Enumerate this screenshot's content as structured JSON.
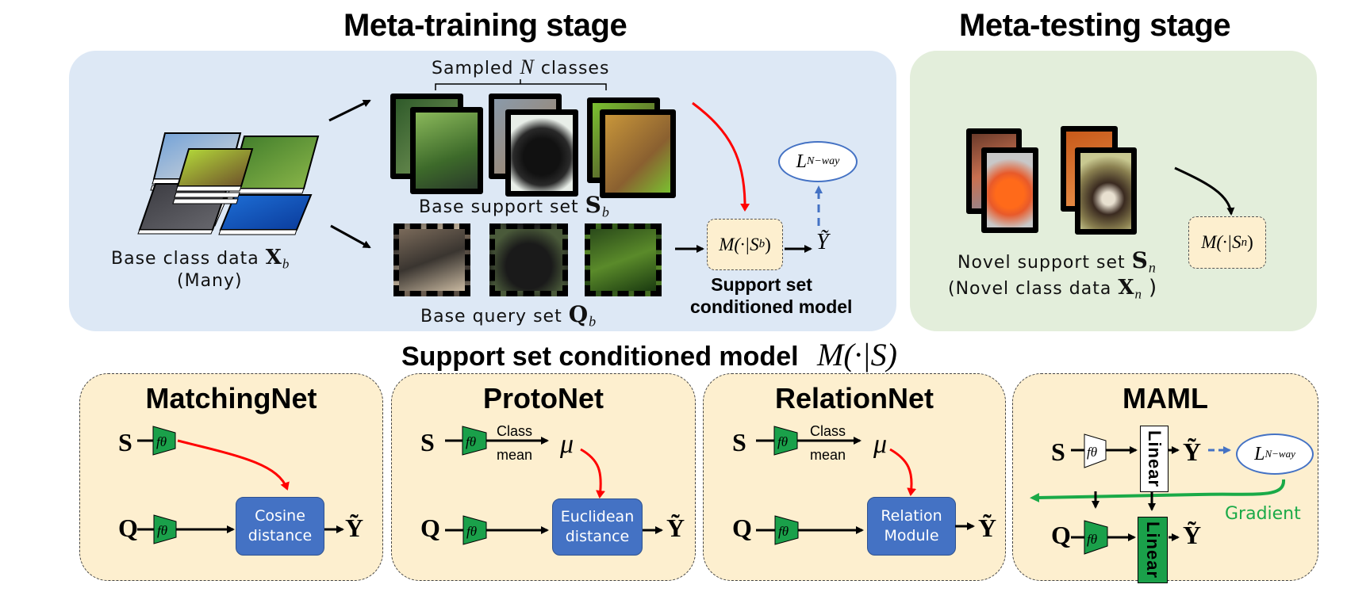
{
  "titles": {
    "meta_training": "Meta-training stage",
    "meta_testing": "Meta-testing stage",
    "support_model_heading": "Support set conditioned model",
    "support_model_math": "M(·|S)"
  },
  "meta_training": {
    "sampled_label": "Sampled",
    "sampled_var": "N",
    "sampled_suffix": "classes",
    "base_data_label": "Base class data",
    "base_data_var": "X",
    "base_data_sub": "b",
    "base_data_note": "(Many)",
    "support_label": "Base support set",
    "support_var": "S",
    "support_sub": "b",
    "query_label": "Base query set",
    "query_var": "Q",
    "query_sub": "b",
    "model_label": "M(·|S",
    "model_sub": "b",
    "model_close": ")",
    "output": "Ỹ",
    "loss": "L",
    "loss_sub": "N−way",
    "caption_line1": "Support set",
    "caption_line2": "conditioned model",
    "support_images": [
      {
        "back": "bird-forest",
        "front": "house-finches"
      },
      {
        "back": "bird-field",
        "front": "black-dog"
      },
      {
        "back": "green-snake-coiled",
        "front": "green-snake-branch"
      }
    ],
    "query_images": [
      "finch-feeder",
      "black-dog-closeup",
      "green-snake-leaves"
    ],
    "base_data_images": [
      "seal",
      "finches",
      "green-snake",
      "black-dog",
      "jellyfish"
    ]
  },
  "meta_testing": {
    "support_label": "Novel support set",
    "support_var": "S",
    "support_sub": "n",
    "note_prefix": "(Novel class data",
    "note_var": "X",
    "note_sub": "n",
    "note_suffix": ")",
    "model_label": "M(·|S",
    "model_sub": "n",
    "model_close": ")",
    "support_images": [
      {
        "back": "crab-market",
        "front": "king-crab"
      },
      {
        "back": "autumn-leaves",
        "front": "ferret"
      }
    ]
  },
  "models": [
    {
      "name": "MatchingNet",
      "s": "S",
      "q": "Q",
      "f": "fθ",
      "op": [
        "Cosine",
        "distance"
      ],
      "out": "Ỹ"
    },
    {
      "name": "ProtoNet",
      "s": "S",
      "q": "Q",
      "f": "fθ",
      "mean_top": "Class",
      "mean_bottom": "mean",
      "mu": "μ",
      "op": [
        "Euclidean",
        "distance"
      ],
      "out": "Ỹ"
    },
    {
      "name": "RelationNet",
      "s": "S",
      "q": "Q",
      "f": "fθ",
      "mean_top": "Class",
      "mean_bottom": "mean",
      "mu": "μ",
      "op": [
        "Relation",
        "Module"
      ],
      "out": "Ỹ"
    },
    {
      "name": "MAML",
      "s": "S",
      "q": "Q",
      "f": "fθ",
      "linear": "Linear",
      "out": "Ỹ",
      "loss": "L",
      "loss_sub": "N−way",
      "gradient": "Gradient"
    }
  ],
  "colors": {
    "blue_panel": "#dde8f5",
    "green_panel": "#e3eedb",
    "model_box": "#fdefcf",
    "op_box": "#4472c4",
    "encoder": "#1aa04a",
    "red_arrow": "#ff0000",
    "blue_dashed": "#4472c4",
    "gradient": "#1aaa48"
  }
}
